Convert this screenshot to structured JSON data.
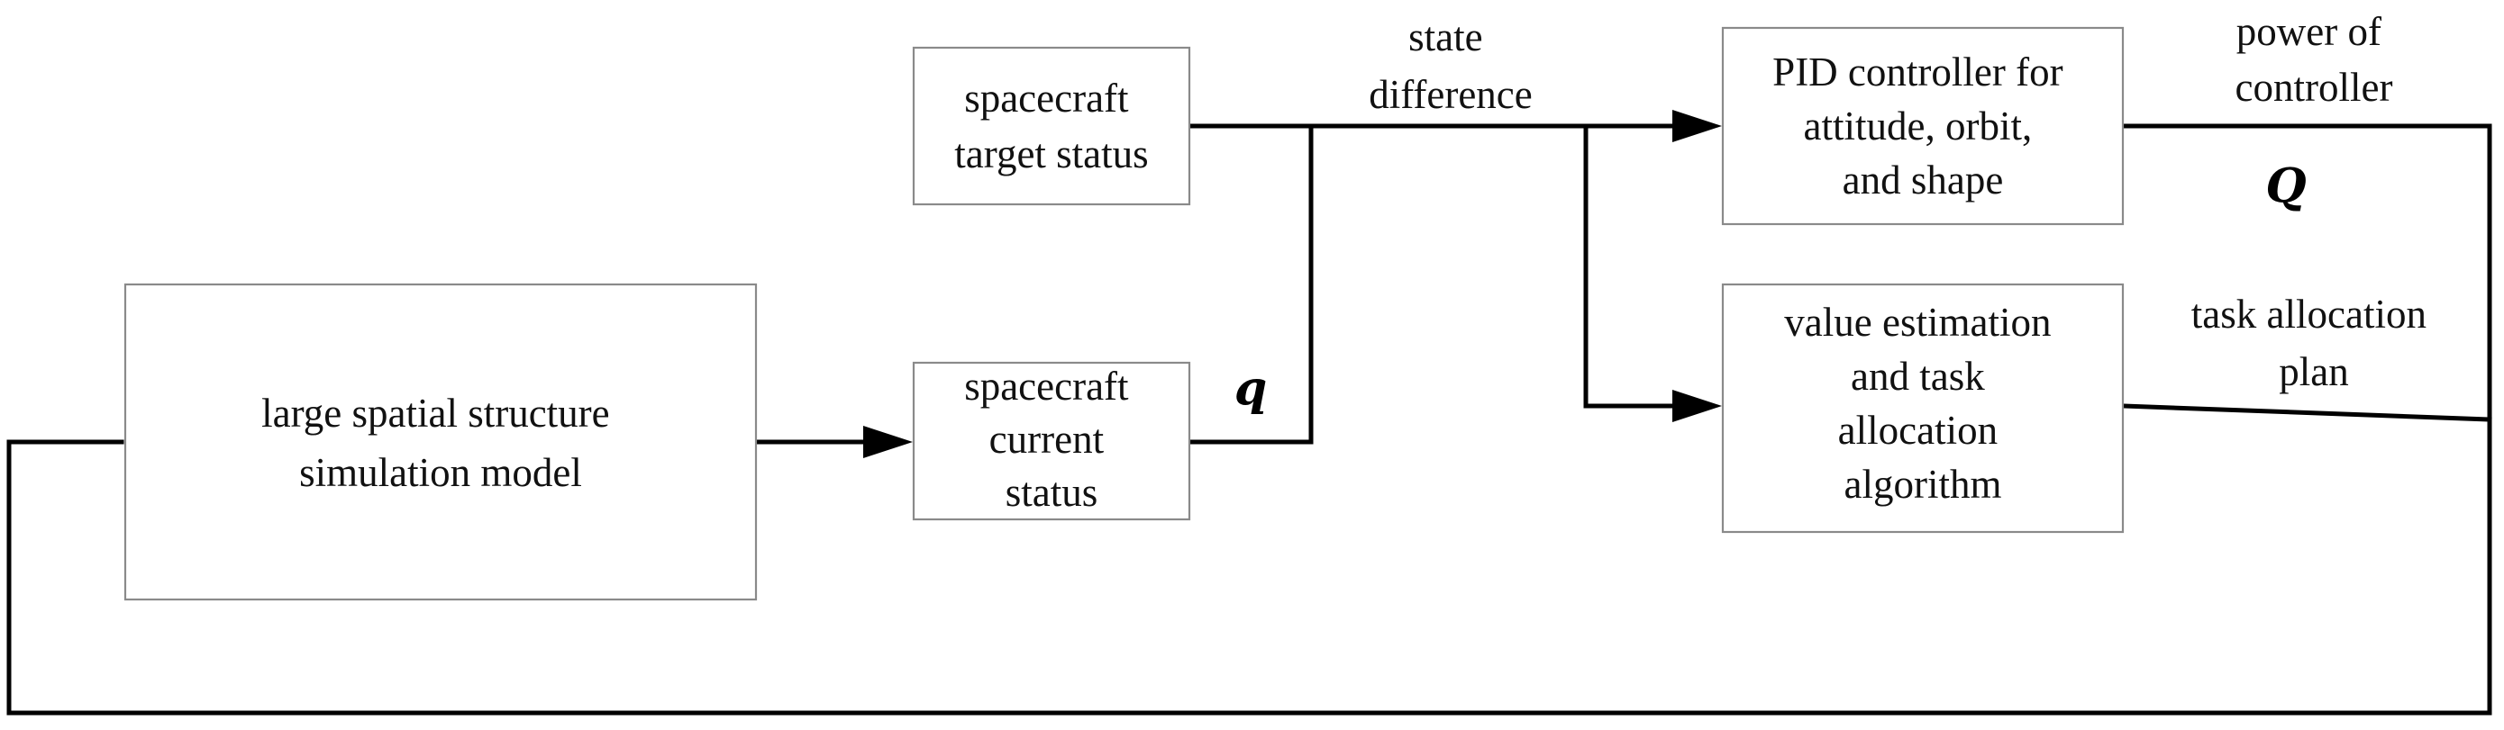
{
  "nodes": {
    "simulation_model": {
      "lines": [
        "large spatial structure",
        "simulation model"
      ]
    },
    "target_status": {
      "lines": [
        "spacecraft",
        "target status"
      ]
    },
    "current_status": {
      "lines": [
        "spacecraft",
        "current",
        "status"
      ]
    },
    "pid_controller": {
      "lines": [
        "PID controller for",
        "attitude, orbit,",
        "and shape"
      ]
    },
    "task_allocation": {
      "lines": [
        "value estimation",
        "and task",
        "allocation",
        "algorithm"
      ]
    }
  },
  "labels": {
    "state_difference": [
      "state",
      "difference"
    ],
    "power_of_controller": [
      "power of",
      "controller"
    ],
    "task_allocation_plan": [
      "task allocation",
      "plan"
    ],
    "q": "q",
    "Q": "Q"
  }
}
